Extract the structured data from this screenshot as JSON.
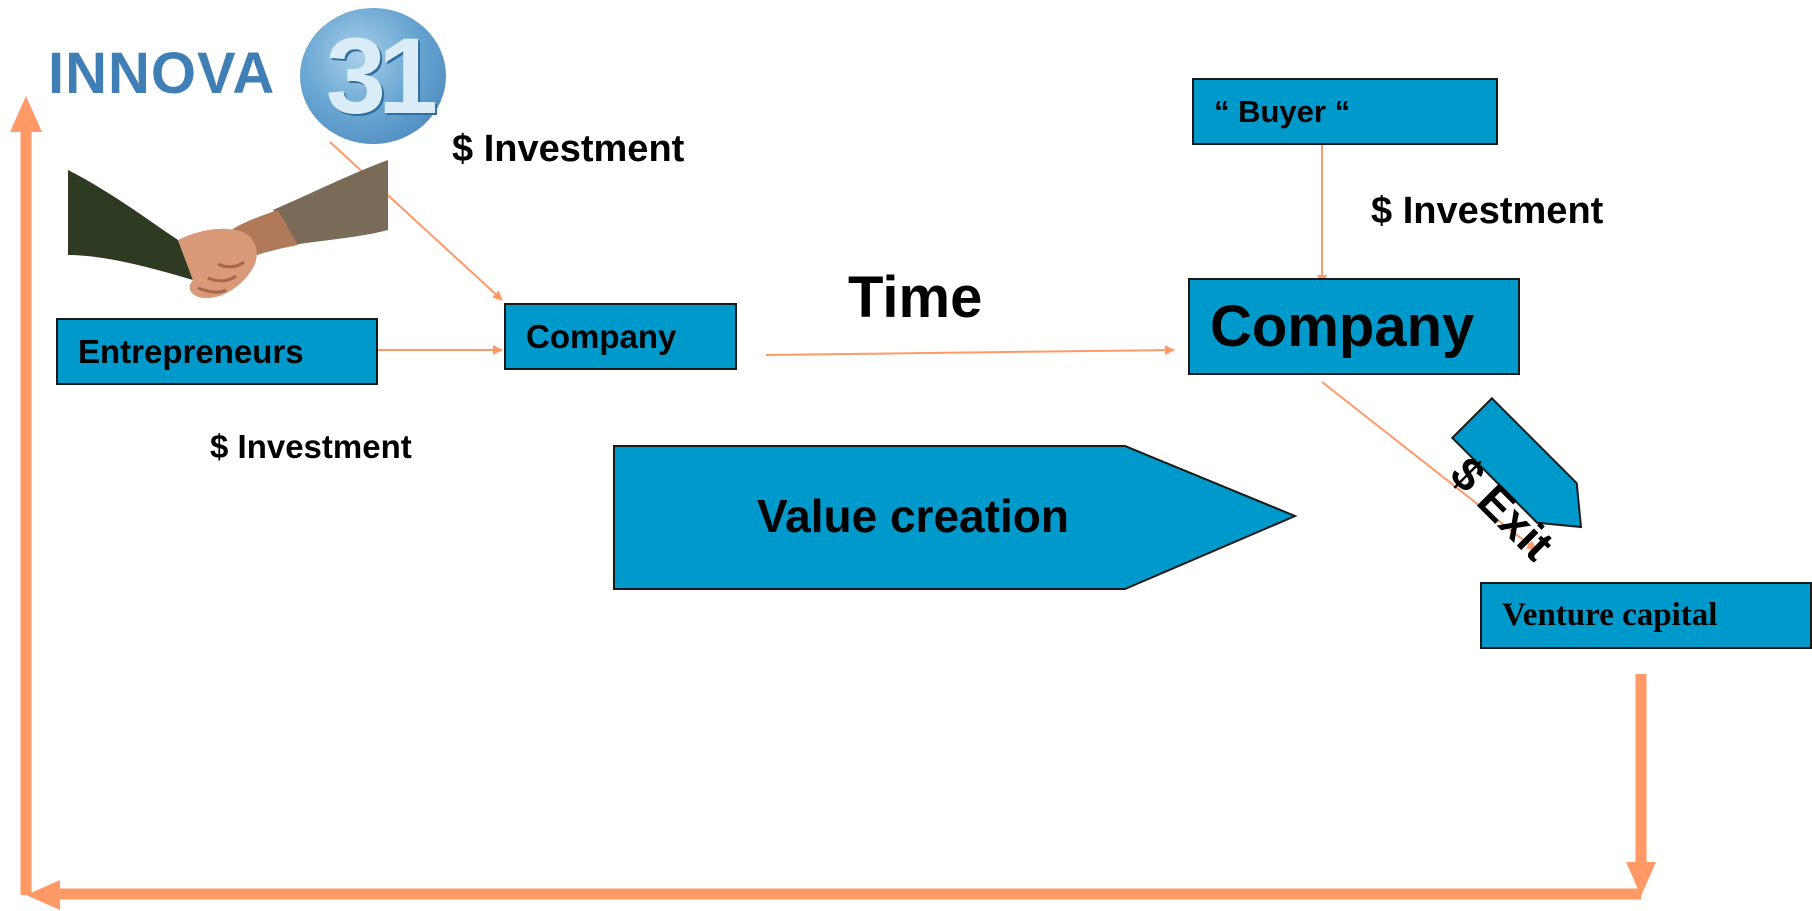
{
  "logo": {
    "text": "INNOVA",
    "number": "31"
  },
  "labels": {
    "investment_top": "$  Investment",
    "investment_left": "$  Investment",
    "investment_right": "$  Investment",
    "time": "Time"
  },
  "boxes": {
    "entrepreneurs": "Entrepreneurs",
    "company_small": "Company",
    "company_large": "Company",
    "buyer": "“ Buyer “",
    "venture_capital": "Venture capital"
  },
  "shapes": {
    "value_creation": "Value creation",
    "exit": "$ Exit"
  },
  "colors": {
    "box_fill": "#0099cc",
    "arrow": "#ff9966",
    "logo_blue": "#3f7fb5"
  },
  "icons": {
    "handshake": "handshake-photo"
  }
}
